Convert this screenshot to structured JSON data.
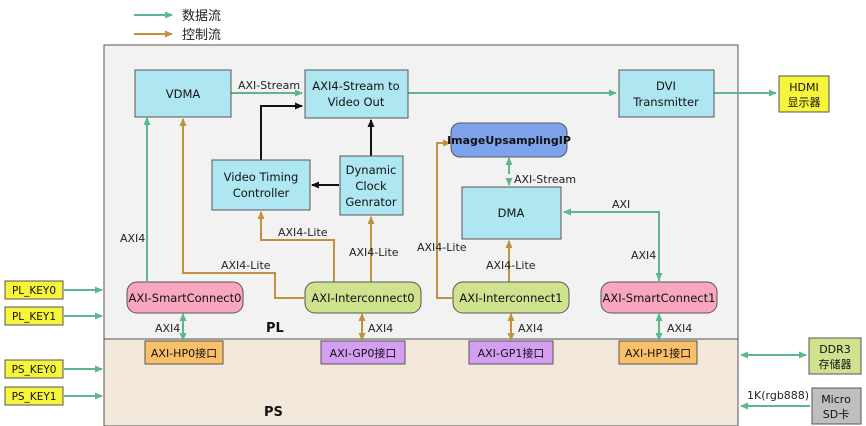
{
  "legend": {
    "data_flow": "数据流",
    "control_flow": "控制流"
  },
  "colors": {
    "data_flow": "#5cb88a",
    "control_flow": "#c0913f",
    "pl_region": "#f2f2f2",
    "ps_region": "#f2e8d9",
    "ip_block": "#aee7f2",
    "smartconnect": "#f8a7bf",
    "interconnect": "#cfe38f",
    "hp_port": "#f9c069",
    "gp_port": "#d49ef2",
    "hdmi": "#f7f43c",
    "upsampling_ip": "#7ea3ec",
    "ext_box": "#bfbfbf"
  },
  "regions": {
    "pl": "PL",
    "ps": "PS"
  },
  "blocks": {
    "vdma": "VDMA",
    "axi4_stream_to_video_out": [
      "AXI4-Stream to",
      "Video Out"
    ],
    "dvi_transmitter": [
      "DVI",
      "Transmitter"
    ],
    "hdmi": [
      "HDMI",
      "显示器"
    ],
    "video_timing_controller": [
      "Video Timing",
      "Controller"
    ],
    "dynamic_clock_generator": [
      "Dynamic",
      "Clock",
      "Genrator"
    ],
    "image_upsampling_ip": "ImageUpsamplingIP",
    "dma": "DMA",
    "smartconnect0": "AXI-SmartConnect0",
    "interconnect0": "AXI-Interconnect0",
    "interconnect1": "AXI-Interconnect1",
    "smartconnect1": "AXI-SmartConnect1",
    "hp0": "AXI-HP0接口",
    "gp0": "AXI-GP0接口",
    "gp1": "AXI-GP1接口",
    "hp1": "AXI-HP1接口",
    "pl_key0": "PL_KEY0",
    "pl_key1": "PL_KEY1",
    "ps_key0": "PS_KEY0",
    "ps_key1": "PS_KEY1",
    "ddr3": [
      "DDR3",
      "存储器"
    ],
    "micro_sd": [
      "Micro",
      "SD卡"
    ]
  },
  "labels": {
    "axi_stream_vdma": "AXI-Stream",
    "axi_stream_dma": "AXI-Stream",
    "axi4_vdma": "AXI4",
    "axi4_lite_vdma": "AXI4-Lite",
    "axi4_lite_vtc": "AXI4-Lite",
    "axi4_lite_clk": "AXI4-Lite",
    "axi4_lite_ip": "AXI4-Lite",
    "axi4_lite_dma": "AXI4-Lite",
    "axi_dma": "AXI",
    "axi4_dma_sc1": "AXI4",
    "axi4_hp0": "AXI4",
    "axi4_gp0": "AXI4",
    "axi4_gp1": "AXI4",
    "axi4_hp1": "AXI4",
    "sd_format": "1K(rgb888)"
  }
}
